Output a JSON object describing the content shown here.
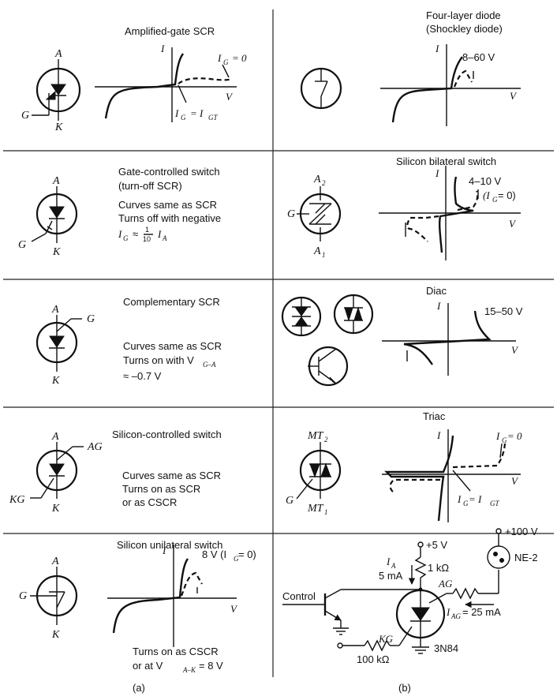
{
  "devices_a": [
    {
      "title": "Amplified-gate SCR",
      "labels": {
        "anode": "A",
        "cathode": "K",
        "gate": "G",
        "axis_i": "I",
        "axis_v": "V",
        "ig_zero": "I",
        "ig_zero_sub": "G",
        "ig_zero_val": "= 0",
        "igt": "I",
        "igt_sub": "G",
        "igt_eq": "= I",
        "igt_sub2": "GT"
      }
    },
    {
      "title": "Gate-controlled switch",
      "title2": "(turn-off SCR)",
      "notes": [
        "Curves same as SCR",
        "Turns off with negative"
      ],
      "formula": "I",
      "formula_sub": "G",
      "formula_rest": "≈",
      "frac_num": "1",
      "frac_den": "10",
      "formula_ia": "I",
      "formula_ia_sub": "A",
      "labels": {
        "anode": "A",
        "cathode": "K",
        "gate": "G"
      }
    },
    {
      "title": "Complementary SCR",
      "notes": [
        "Curves same as SCR",
        "Turns on with V"
      ],
      "note_sub": "G–A",
      "note3": "≈ –0.7 V",
      "labels": {
        "anode": "A",
        "cathode": "K",
        "gate": "G"
      }
    },
    {
      "title": "Silicon-controlled switch",
      "notes": [
        "Curves same as SCR",
        "Turns on as SCR",
        "or as CSCR"
      ],
      "labels": {
        "anode": "A",
        "cathode": "K",
        "anode_gate": "AG",
        "cathode_gate": "KG"
      }
    },
    {
      "title": "Silicon unilateral switch",
      "notes": [
        "Turns on as CSCR",
        "or at V"
      ],
      "note_sub": "A–K",
      "note_rest": " = 8 V",
      "labels": {
        "anode": "A",
        "cathode": "K",
        "gate": "G",
        "axis_i": "I",
        "axis_v": "V",
        "breakover": "8 V (I",
        "breakover_sub": "G",
        "breakover_rest": " = 0)"
      }
    }
  ],
  "devices_b": [
    {
      "title": "Four-layer diode",
      "title2": "(Shockley diode)",
      "labels": {
        "axis_i": "I",
        "axis_v": "V",
        "breakover": "8–60 V"
      }
    },
    {
      "title": "Silicon bilateral switch",
      "labels": {
        "a2": "A",
        "a2_sub": "2",
        "a1": "A",
        "a1_sub": "1",
        "gate": "G",
        "axis_i": "I",
        "axis_v": "V",
        "breakover": "4–10 V",
        "cond": "(I",
        "cond_sub": "G",
        "cond_rest": " = 0)"
      }
    },
    {
      "title": "Diac",
      "labels": {
        "axis_i": "I",
        "axis_v": "V",
        "breakover": "15–50 V"
      }
    },
    {
      "title": "Triac",
      "labels": {
        "mt2": "MT",
        "mt2_sub": "2",
        "mt1": "MT",
        "mt1_sub": "1",
        "gate": "G",
        "axis_i": "I",
        "axis_v": "V",
        "ig_zero": "I",
        "ig_zero_sub": "G",
        "ig_zero_val": " = 0",
        "igt": "I",
        "igt_sub": "G",
        "igt_eq": " = I",
        "igt_sub2": "GT"
      }
    }
  ],
  "circuit": {
    "supply1": "+5 V",
    "supply2": "+100 V",
    "res1": "1 kΩ",
    "ia": "I",
    "ia_sub": "A",
    "ia_val": "5 mA",
    "ag": "AG",
    "lamp": "NE-2",
    "iag": "I",
    "iag_sub": "AG",
    "iag_val": " = 25 mA",
    "control": "Control",
    "kg": "KG",
    "part": "3N84",
    "res2": "100 kΩ"
  },
  "captions": {
    "left": "(a)",
    "right": "(b)"
  }
}
